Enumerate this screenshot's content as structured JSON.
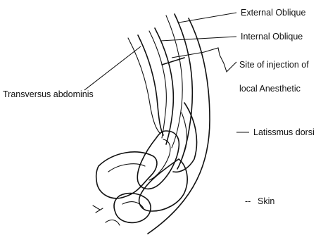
{
  "labels": {
    "external_oblique": "External Oblique",
    "internal_oblique": "Internal Oblique",
    "injection_site_line1": "Site of injection of",
    "injection_site_line2": "local Anesthetic",
    "transversus_abdominis": "Transversus abdominis",
    "latissimus_dorsi": "Latissmus dorsi",
    "skin": "Skin"
  }
}
